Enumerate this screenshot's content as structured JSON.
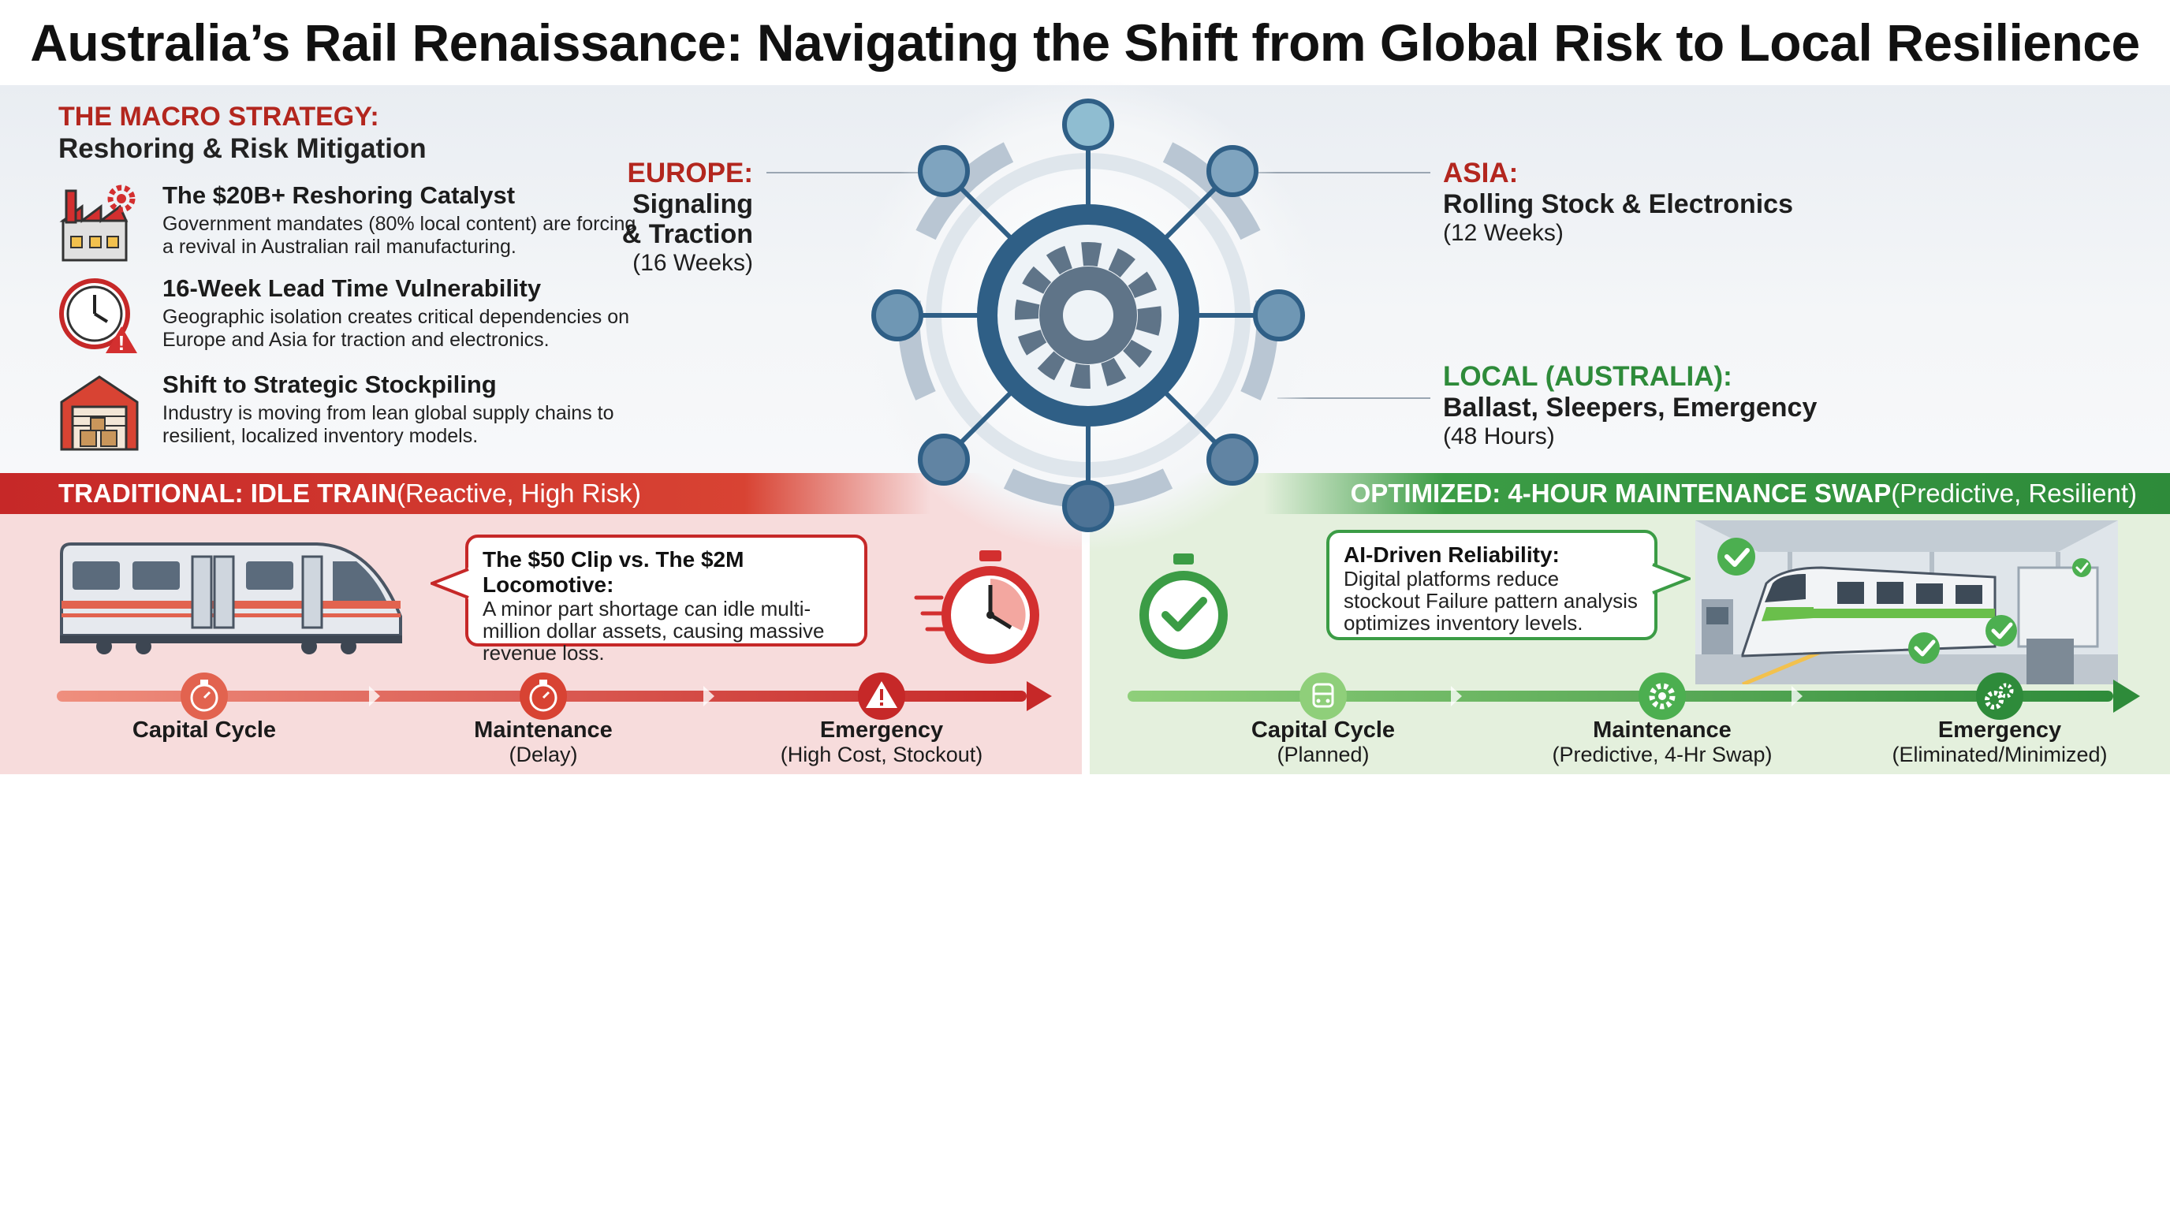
{
  "title": "Australia’s Rail Renaissance: Navigating the Shift from Global Risk to Local Resilience",
  "macro": {
    "heading": "THE MACRO STRATEGY:",
    "subheading": "Reshoring & Risk Mitigation",
    "items": [
      {
        "icon": "factory-gear-icon",
        "title": "The $20B+ Reshoring Catalyst",
        "text": "Government mandates (80% local content) are forcing a revival in Australian rail manufacturing."
      },
      {
        "icon": "clock-warning-icon",
        "title": "16-Week Lead Time Vulnerability",
        "text": "Geographic isolation creates critical dependencies on Europe and Asia for traction and electronics."
      },
      {
        "icon": "warehouse-icon",
        "title": "Shift to Strategic Stockpiling",
        "text": "Industry is moving from lean global supply chains to resilient, localized inventory models."
      }
    ]
  },
  "regions": {
    "europe": {
      "name": "EUROPE:",
      "desc": "Signaling & Traction",
      "time": "(16 Weeks)",
      "color": "#b3261e"
    },
    "asia": {
      "name": "ASIA:",
      "desc": "Rolling Stock & Electronics",
      "time": "(12 Weeks)",
      "color": "#b3261e"
    },
    "local": {
      "name": "LOCAL (AUSTRALIA):",
      "desc": "Ballast, Sleepers, Emergency",
      "time": "(48 Hours)",
      "color": "#2e8b3a"
    }
  },
  "traditional": {
    "header_bold": "TRADITIONAL: IDLE TRAIN",
    "header_rest": " (Reactive, High Risk)",
    "callout_title": "The $50 Clip vs. The $2M Locomotive:",
    "callout_text": "A minor part shortage can idle multi-million dollar assets, causing massive revenue loss.",
    "stages": [
      {
        "name": "Capital Cycle",
        "desc": "",
        "icon": "stopwatch-icon"
      },
      {
        "name": "Maintenance",
        "desc": "(Delay)",
        "icon": "stopwatch-icon"
      },
      {
        "name": "Emergency",
        "desc": "(High Cost, Stockout)",
        "icon": "warning-icon"
      }
    ],
    "color": "#c62828"
  },
  "optimized": {
    "header_bold": "OPTIMIZED: 4-HOUR MAINTENANCE SWAP",
    "header_rest": " (Predictive, Resilient)",
    "callout_title": "AI-Driven Reliability:",
    "callout_text": "Digital platforms reduce stockout Failure pattern analysis optimizes inventory levels.",
    "stages": [
      {
        "name": "Capital Cycle",
        "desc": "(Planned)",
        "icon": "train-icon"
      },
      {
        "name": "Maintenance",
        "desc": "(Predictive, 4-Hr Swap)",
        "icon": "gear-icon"
      },
      {
        "name": "Emergency",
        "desc": "(Eliminated/Minimized)",
        "icon": "gears-icon"
      }
    ],
    "color": "#3b9c45"
  }
}
